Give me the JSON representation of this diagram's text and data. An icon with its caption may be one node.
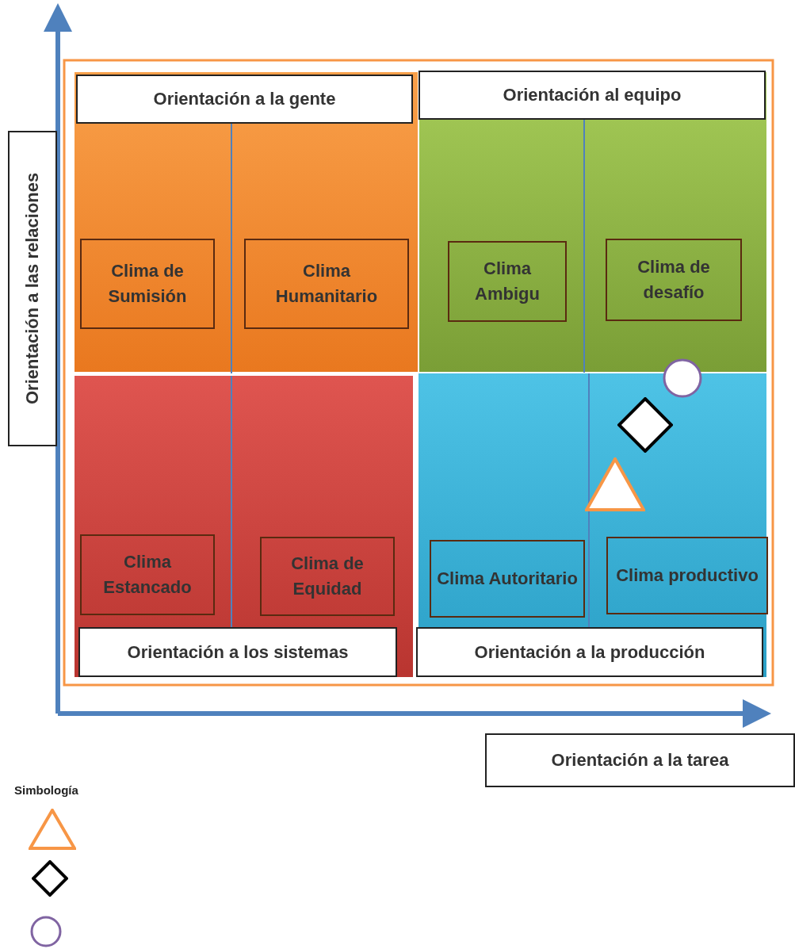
{
  "diagram": {
    "nodes": [
      {
        "text": [
          "Orientación a las relaciones"
        ]
      },
      {
        "text": [],
        "shape": "box"
      },
      {
        "text": [
          "Orientación a la gente"
        ],
        "in": 1
      },
      {
        "text": [
          "Clima de Sumisión"
        ],
        "in": 1
      },
      {
        "text": [
          "Clima Humanitario"
        ],
        "in": 1
      },
      {
        "text": [],
        "shape": "box"
      },
      {
        "text": [
          "Orientación al equipo"
        ],
        "in": 5
      },
      {
        "text": [
          "Clima Ambigu"
        ],
        "in": 5
      },
      {
        "text": [
          "Clima de desafío"
        ],
        "in": 5
      },
      {
        "text": [],
        "shape": "box"
      },
      {
        "text": [
          "Clima Estancado"
        ],
        "in": 9
      },
      {
        "text": [
          "Clima de Equidad"
        ],
        "in": 9
      },
      {
        "text": [
          "Orientación a los sistemas"
        ],
        "in": 9
      },
      {
        "text": [],
        "shape": "box"
      },
      {
        "text": [],
        "shape": "circle"
      },
      {
        "text": [],
        "shape": "diamond",
        "in": 13
      },
      {
        "text": [],
        "shape": "triangle",
        "in": 13
      },
      {
        "text": [
          "Clima Autoritario"
        ],
        "in": 13
      },
      {
        "text": [
          "Clima productivo"
        ],
        "in": 13
      },
      {
        "text": [
          "Orientación a la producción"
        ],
        "in": 13
      },
      {
        "text": [
          "Orientación a la tarea"
        ]
      },
      {
        "text": [],
        "shape": "triangle"
      },
      {
        "text": [],
        "shape": "diamond"
      },
      {
        "text": [],
        "shape": "circle"
      }
    ],
    "edges": [],
    "labels": [
      "Simbología"
    ]
  }
}
